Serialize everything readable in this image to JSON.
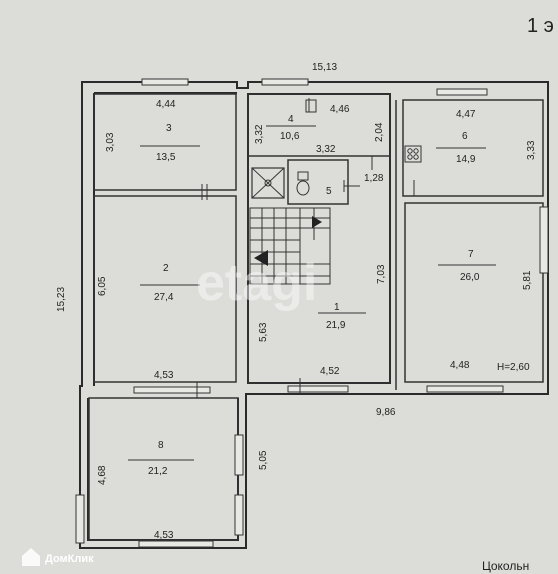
{
  "sheet_number": "1 э",
  "footer_label": "Цокольн",
  "watermark": "etagi",
  "logo_label": "ДомКлик",
  "ceiling_height": "H=2,60",
  "outer_dims": {
    "top_width": "15,13",
    "left_height": "15,23",
    "right_lower_width": "9,86",
    "lower_right_height": "5,05"
  },
  "rooms": [
    {
      "id": "1",
      "num": "1",
      "area": "21,9",
      "dims": [
        "5,63",
        "7,03",
        "4,52"
      ]
    },
    {
      "id": "2",
      "num": "2",
      "area": "27,4",
      "dims": [
        "6,05",
        "4,53"
      ]
    },
    {
      "id": "3",
      "num": "3",
      "area": "13,5",
      "dims": [
        "4,44",
        "3,03"
      ]
    },
    {
      "id": "4",
      "num": "4",
      "area": "10,6",
      "dims": [
        "4,46",
        "3,32",
        "2,04",
        "3,32"
      ]
    },
    {
      "id": "5",
      "num": "5",
      "area": "",
      "dims": [
        "1,28"
      ]
    },
    {
      "id": "6",
      "num": "6",
      "area": "14,9",
      "dims": [
        "4,47",
        "3,33"
      ]
    },
    {
      "id": "7",
      "num": "7",
      "area": "26,0",
      "dims": [
        "5,81",
        "4,48"
      ]
    },
    {
      "id": "8",
      "num": "8",
      "area": "21,2",
      "dims": [
        "4,68",
        "4,53"
      ]
    }
  ]
}
